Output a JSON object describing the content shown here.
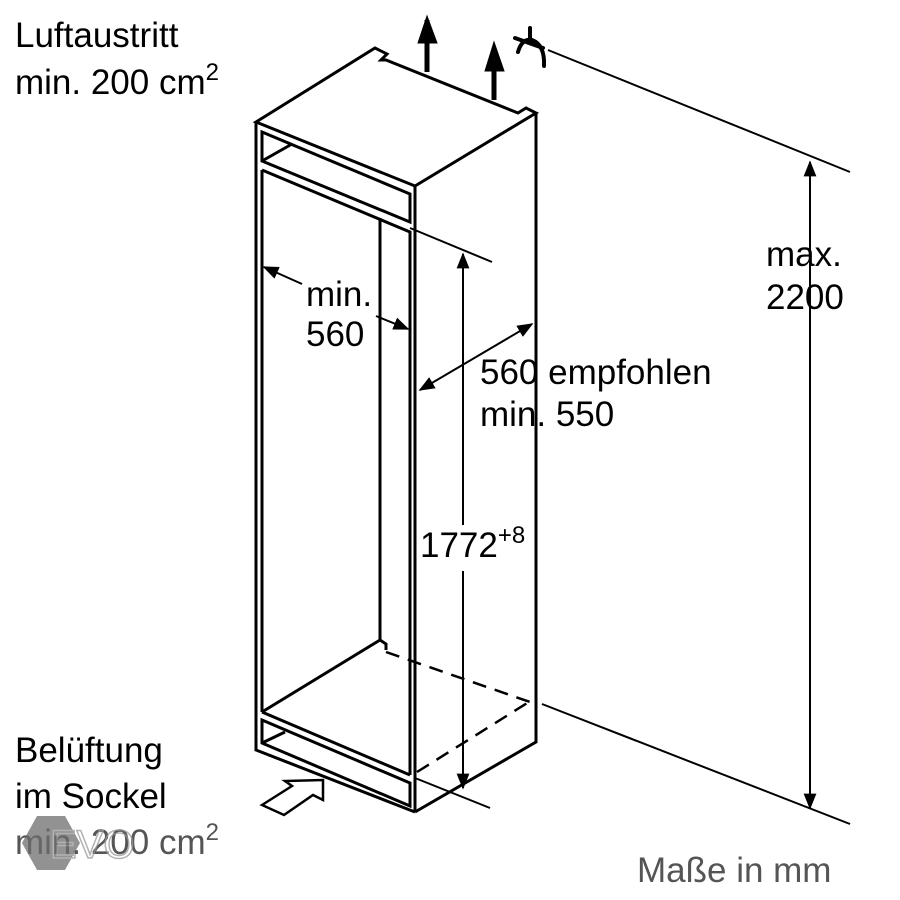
{
  "labels": {
    "air_outlet_title": "Luftaustritt",
    "air_outlet_value": "min. 200 cm",
    "air_outlet_sup": "2",
    "max_height_title": "max.",
    "max_height_value": "2200",
    "width_title": "min.",
    "width_value": "560",
    "depth_recommended": "560 empfohlen",
    "depth_min": "min. 550",
    "niche_height": "1772",
    "niche_height_tolerance": "+8",
    "ventilation_title": "Belüftung",
    "ventilation_location": "im Sockel",
    "ventilation_value": "min. 200 cm",
    "ventilation_sup": "2",
    "units_note": "Maße in mm"
  },
  "watermark": "EVO",
  "colors": {
    "line": "#000000",
    "note": "#555555",
    "watermark": "#6e6e6e"
  }
}
